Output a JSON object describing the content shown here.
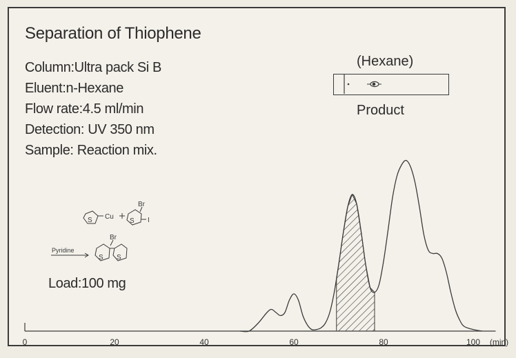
{
  "conditions": {
    "title": "Separation of Thiophene",
    "column": "Column:Ultra pack Si B",
    "eluent": "Eluent:n-Hexane",
    "flow_rate": "Flow rate:4.5 ml/min",
    "detection": "Detection: UV 350 nm",
    "sample": "Sample: Reaction mix."
  },
  "tlc": {
    "eluent_label": "(Hexane)",
    "spot_label": "Product"
  },
  "reaction": {
    "cu_label": "Cu",
    "br_label": "Br",
    "i_label": "I",
    "s_label": "S",
    "solvent_label": "Pyridine"
  },
  "load": "Load:100 mg",
  "colors": {
    "line": "#3a3a3a",
    "hatch": "#3a3a3a",
    "background": "#f4f1ea"
  },
  "chart_data": {
    "type": "line",
    "title": "Separation of Thiophene",
    "xlabel": "",
    "ylabel": "",
    "x_unit": "(min)",
    "xlim": [
      0,
      105
    ],
    "ylim": [
      0,
      1
    ],
    "x_ticks": [
      0,
      20,
      40,
      60,
      80,
      100
    ],
    "grid": false,
    "x": [
      48,
      50,
      52,
      54,
      55,
      56,
      57,
      58,
      59,
      60,
      61,
      62,
      63,
      64,
      65,
      66,
      67,
      68,
      69,
      70,
      71,
      72,
      73,
      74,
      75,
      76,
      77,
      78,
      79,
      80,
      81,
      82,
      83,
      84,
      85,
      86,
      87,
      88,
      89,
      90,
      91,
      92,
      93,
      94,
      95,
      96,
      97,
      98,
      100,
      102
    ],
    "values": [
      0.0,
      0.0,
      0.05,
      0.12,
      0.14,
      0.12,
      0.1,
      0.12,
      0.2,
      0.24,
      0.2,
      0.1,
      0.04,
      0.01,
      0.01,
      0.02,
      0.05,
      0.12,
      0.25,
      0.43,
      0.63,
      0.8,
      0.88,
      0.82,
      0.64,
      0.43,
      0.28,
      0.25,
      0.3,
      0.45,
      0.65,
      0.86,
      1.0,
      1.07,
      1.1,
      1.06,
      0.96,
      0.8,
      0.62,
      0.52,
      0.5,
      0.5,
      0.47,
      0.38,
      0.25,
      0.14,
      0.07,
      0.03,
      0.01,
      0.0
    ],
    "shaded_region": [
      69.5,
      78
    ]
  }
}
